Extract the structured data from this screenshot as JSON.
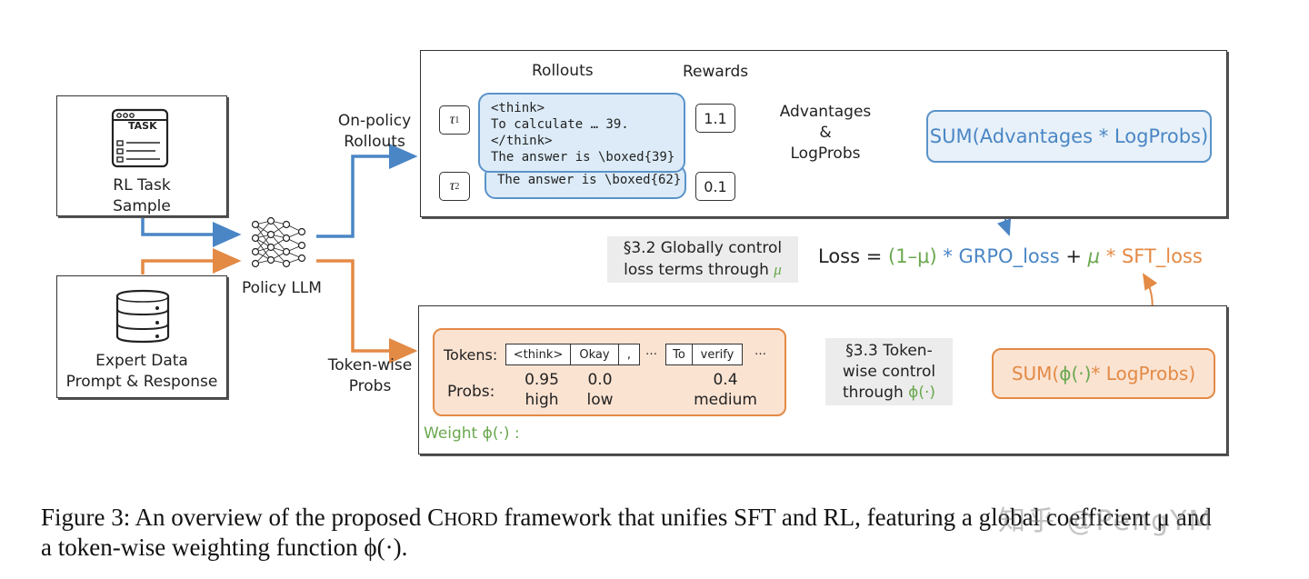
{
  "left": {
    "rl_task_icon_text": "TASK",
    "rl_task_label_1": "RL Task",
    "rl_task_label_2": "Sample",
    "expert_label_1": "Expert Data",
    "expert_label_2": "Prompt & Response",
    "policy_label": "Policy LLM",
    "onpolicy_label_1": "On-policy",
    "onpolicy_label_2": "Rollouts",
    "tokenwise_label_1": "Token-wise",
    "tokenwise_label_2": "Probs"
  },
  "top_panel": {
    "rollouts_header": "Rollouts",
    "rewards_header": "Rewards",
    "tau1": "τ",
    "tau1_sub": "1",
    "tau2": "τ",
    "tau2_sub": "2",
    "rollout1_lines": [
      "<think>",
      "To calculate … 39.",
      "</think>",
      "The answer is \\boxed{39}"
    ],
    "rollout2_line": "The answer is \\boxed{62}",
    "reward1": "1.1",
    "reward2": "0.1",
    "adv_1": "Advantages",
    "adv_2": "&",
    "adv_3": "LogProbs",
    "sum_box": "SUM(Advantages * LogProbs)"
  },
  "middle": {
    "global_1": "§3.2 Globally control",
    "global_2": "loss terms through",
    "global_mu": "μ",
    "loss_label": "Loss =",
    "loss_part1": "(1–μ)",
    "loss_star1": "*",
    "loss_grpo": "GRPO_loss",
    "loss_plus": "+",
    "loss_mu": "μ",
    "loss_star2": "*",
    "loss_sft": "SFT_loss"
  },
  "bottom_panel": {
    "tokens_label": "Tokens:",
    "tokens": [
      "<think>",
      "Okay",
      ",",
      "…",
      "To",
      "verify",
      "…"
    ],
    "probs_label": "Probs:",
    "probs": [
      {
        "value": "0.95",
        "level": "high"
      },
      {
        "value": "0.0",
        "level": "low"
      },
      {
        "value": "0.4",
        "level": "medium"
      }
    ],
    "weight_label": "Weight ϕ(·) :",
    "token_ctrl_1": "§3.3 Token-",
    "token_ctrl_2": "wise control",
    "token_ctrl_3": "through",
    "token_ctrl_phi": "ϕ(·)",
    "sum_box_prefix": "SUM(",
    "sum_box_phi": "ϕ(·)",
    "sum_box_suffix": " * LogProbs)"
  },
  "caption": {
    "line1_a": "Figure 3: An overview of the proposed C",
    "line1_sc": "HORD",
    "line1_b": " framework that unifies SFT and RL, featuring a global coefficient μ and",
    "line2": "a token-wise weighting function ϕ(·)."
  },
  "watermark": "知乎 @PengYM",
  "colors": {
    "blue": "#4a86c5",
    "orange": "#e38a45",
    "green": "#6aa84f",
    "yellow_arrow": "#f5b800"
  }
}
